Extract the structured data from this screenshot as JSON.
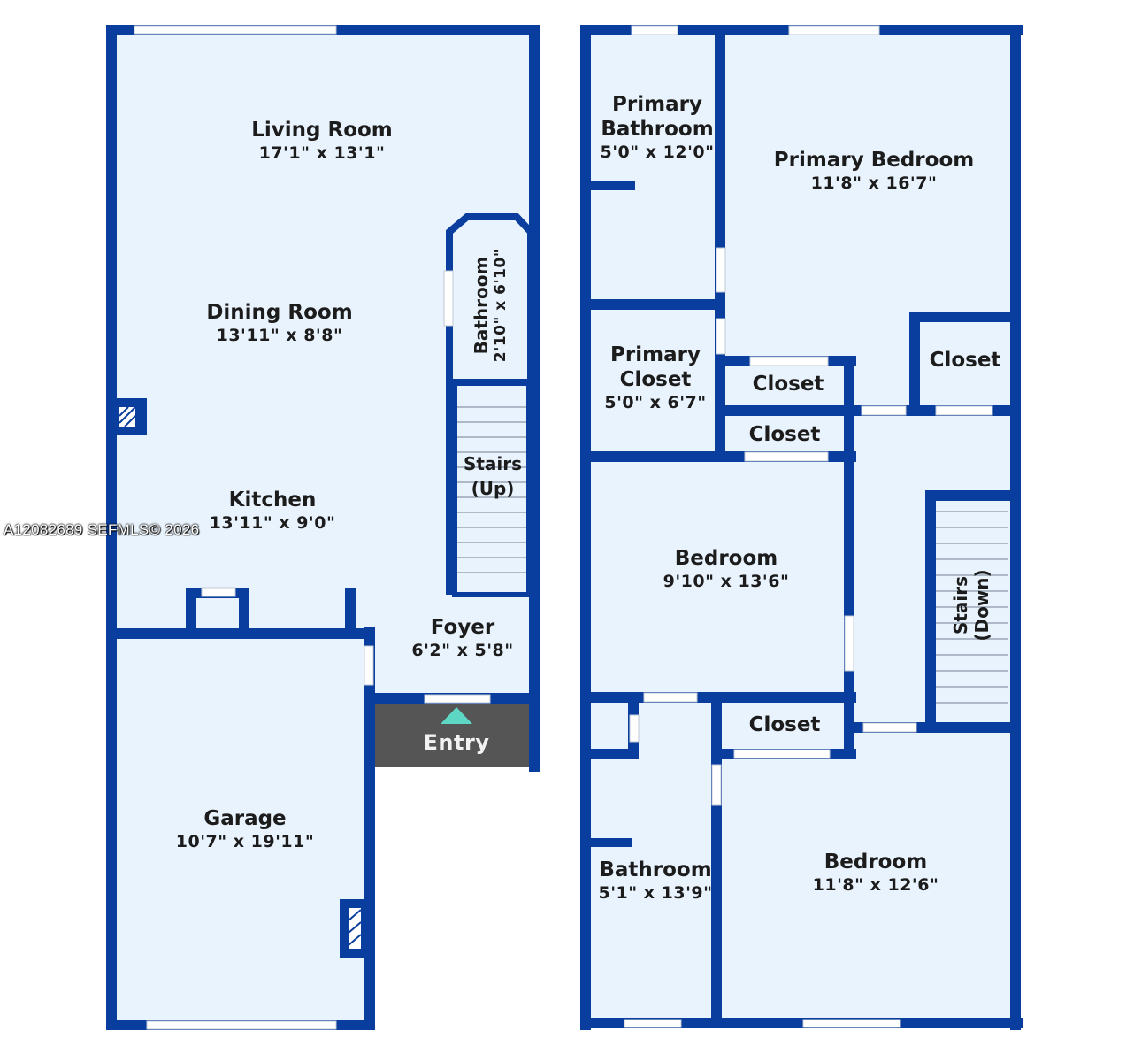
{
  "colors": {
    "wall": "#0a3e9e",
    "floor": "#e9f3fd",
    "window": "#ffffff",
    "entry_bg": "#555555",
    "entry_arrow": "#5ed6c4"
  },
  "ground_floor": {
    "living_room": {
      "name": "Living Room",
      "dims": "17'1\" x 13'1\""
    },
    "dining_room": {
      "name": "Dining Room",
      "dims": "13'11\" x 8'8\""
    },
    "kitchen": {
      "name": "Kitchen",
      "dims": "13'11\" x 9'0\""
    },
    "half_bath": {
      "name": "Bathroom",
      "dims": "2'10\" x 6'10\""
    },
    "stairs_up": {
      "line1": "Stairs",
      "line2": "(Up)"
    },
    "foyer": {
      "name": "Foyer",
      "dims": "6'2\" x 5'8\""
    },
    "garage": {
      "name": "Garage",
      "dims": "10'7\" x 19'11\""
    },
    "entry": {
      "label": "Entry"
    }
  },
  "upper_floor": {
    "primary_bathroom": {
      "line1": "Primary",
      "line2": "Bathroom",
      "dims": "5'0\" x 12'0\""
    },
    "primary_bedroom": {
      "name": "Primary Bedroom",
      "dims": "11'8\" x 16'7\""
    },
    "primary_closet": {
      "line1": "Primary",
      "line2": "Closet",
      "dims": "5'0\" x 6'7\""
    },
    "closet_a": {
      "name": "Closet"
    },
    "closet_b": {
      "name": "Closet"
    },
    "closet_c": {
      "name": "Closet"
    },
    "closet_d": {
      "name": "Closet"
    },
    "bedroom_1": {
      "name": "Bedroom",
      "dims": "9'10\" x 13'6\""
    },
    "stairs_down": {
      "line1": "Stairs",
      "line2": "(Down)"
    },
    "bathroom": {
      "name": "Bathroom",
      "dims": "5'1\" x 13'9\""
    },
    "bedroom_2": {
      "name": "Bedroom",
      "dims": "11'8\" x 12'6\""
    }
  },
  "watermark": "A12082689  SEFMLS© 2026"
}
